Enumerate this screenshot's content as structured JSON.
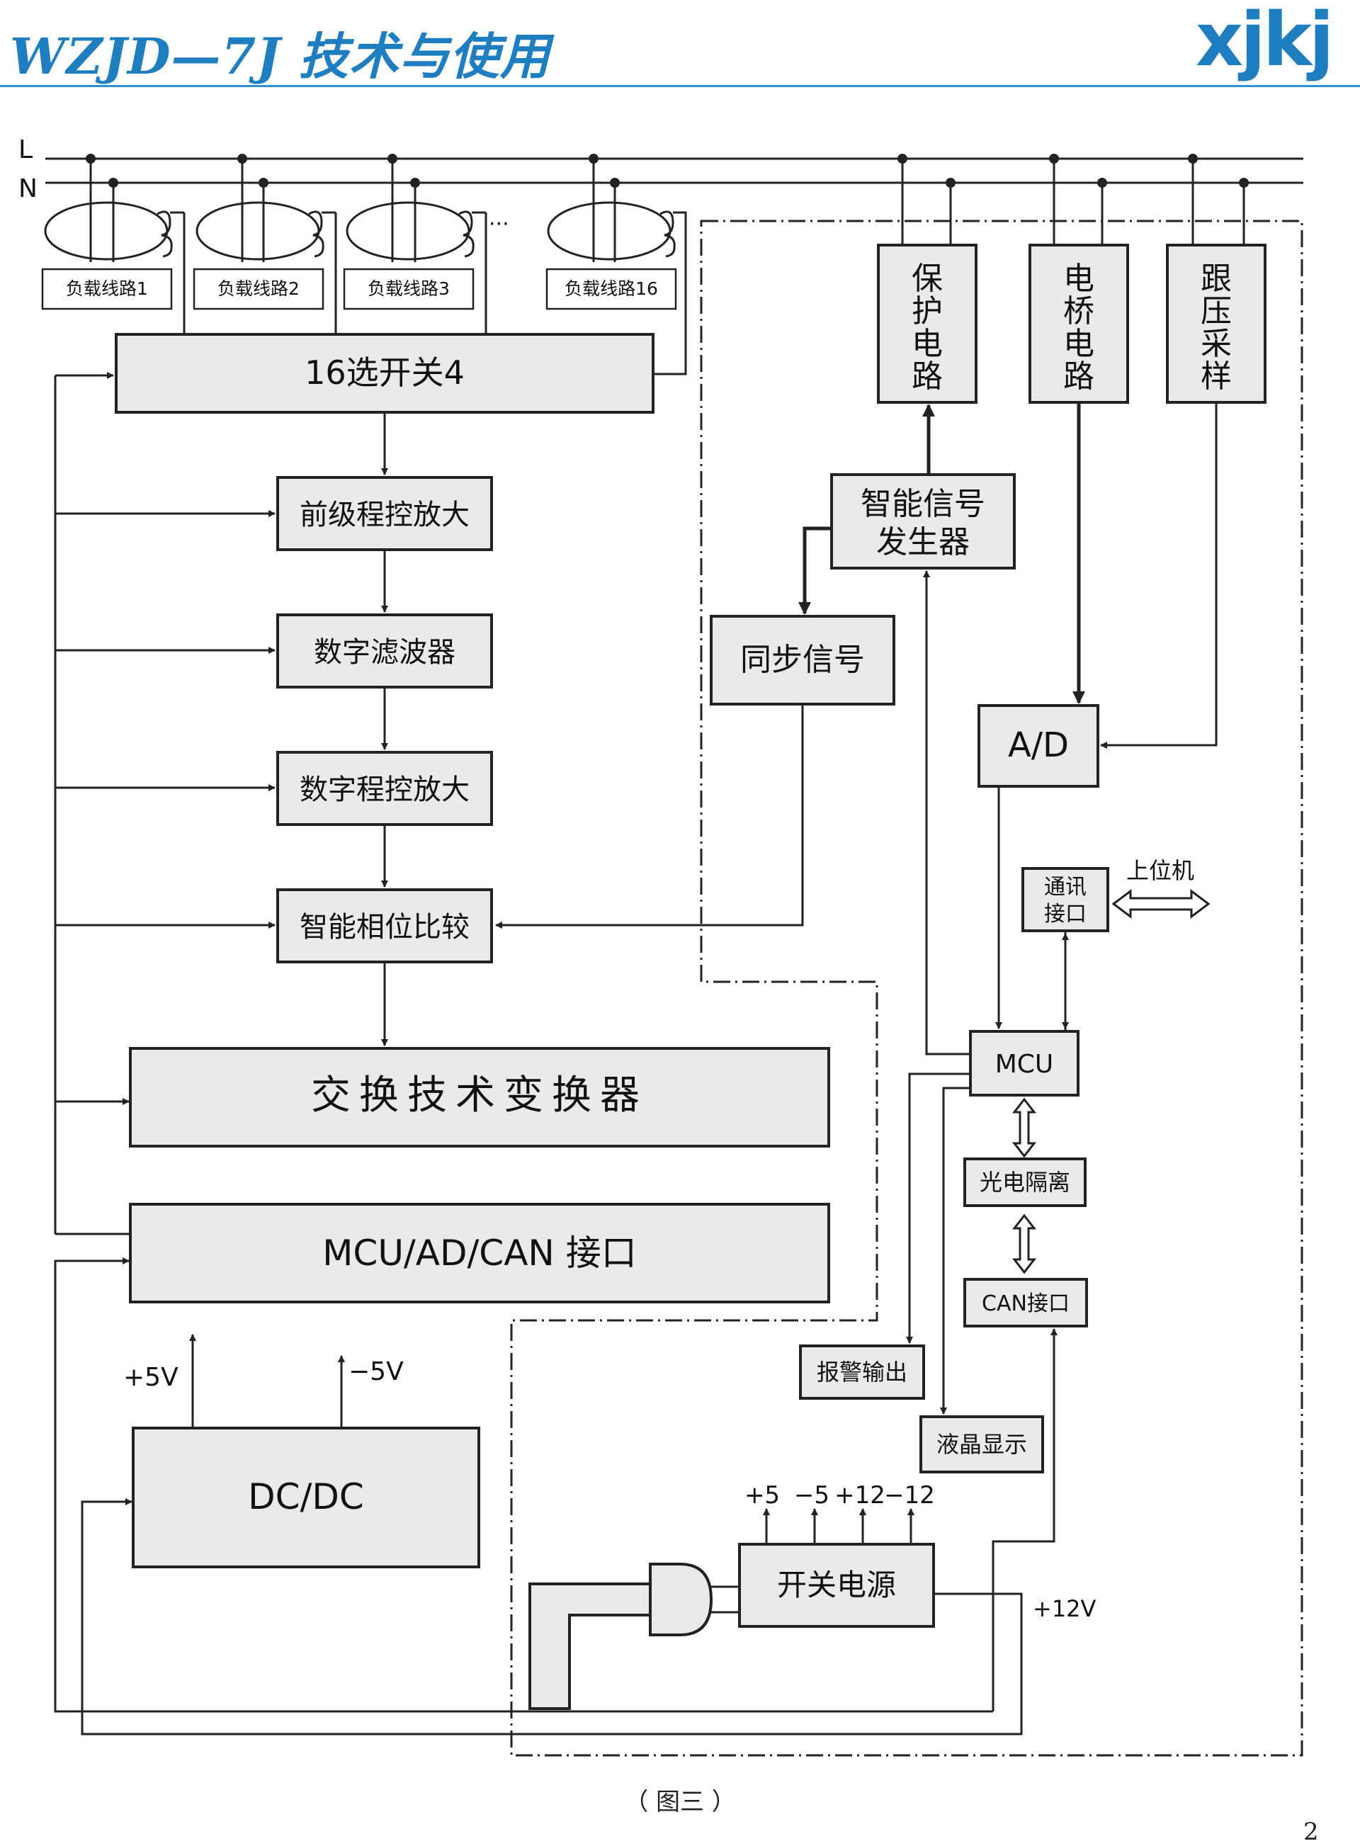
{
  "header": {
    "title": "WZJD—7J 技术与使用",
    "logo": "xjkj",
    "logo_color": "#1f7ec0"
  },
  "diagram": {
    "power_lines": [
      "L",
      "N"
    ],
    "loads": [
      "负载线路1",
      "负载线路2",
      "负载线路3",
      "负载线路16"
    ],
    "ellipsis": "···",
    "switch": "16选开关4",
    "chain": [
      "前级程控放大",
      "数字滤波器",
      "数字程控放大",
      "智能相位比较"
    ],
    "converter": "交换技术变换器",
    "mcu_ad_can": "MCU/AD/CAN 接口",
    "dcdc": "DC/DC",
    "dcdc_pos": "+5V",
    "dcdc_neg": "−5V",
    "protect": "保护电路",
    "bridge": "电桥电路",
    "sampling": "跟压采样",
    "smart_gen_1": "智能信号",
    "smart_gen_2": "发生器",
    "sync": "同步信号",
    "ad": "A/D",
    "comm_1": "通讯",
    "comm_2": "接口",
    "host": "上位机",
    "mcu": "MCU",
    "opto": "光电隔离",
    "can": "CAN接口",
    "alarm": "报警输出",
    "lcd": "液晶显示",
    "psu": "开关电源",
    "psu_outputs": [
      "+5",
      "−5",
      "+12",
      "−12"
    ],
    "v12": "+12V"
  },
  "caption": "（ 图三 ）",
  "page_number": "2"
}
